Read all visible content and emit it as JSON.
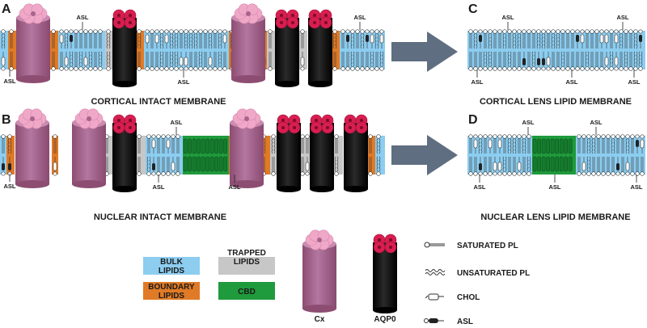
{
  "panels": {
    "A": {
      "letter": "A",
      "caption": "CORTICAL INTACT MEMBRANE"
    },
    "B": {
      "letter": "B",
      "caption": "NUCLEAR INTACT MEMBRANE"
    },
    "C": {
      "letter": "C",
      "caption": "CORTICAL LENS LIPID MEMBRANE"
    },
    "D": {
      "letter": "D",
      "caption": "NUCLEAR LENS LIPID MEMBRANE"
    }
  },
  "asl_label": "ASL",
  "legend": {
    "bulk": "BULK\nLIPIDS",
    "boundary": "BOUNDARY\nLIPIDS",
    "trapped": "TRAPPED\nLIPIDS",
    "cbd": "CBD",
    "cx": "Cx",
    "aqp0": "AQP0",
    "saturated_pl": "SATURATED PL",
    "unsaturated_pl": "UNSATURATED PL",
    "chol": "CHOL",
    "asl": "ASL"
  },
  "colors": {
    "bulk": "#8ccdf0",
    "boundary": "#e07a26",
    "trapped": "#c7c7c7",
    "cbd": "#1f9a3c",
    "cx_body": "#a8648a",
    "cx_top": "#f0a8c8",
    "aqp0_body": "#111111",
    "aqp0_top": "#d81e50",
    "arrow": "#5f6e80"
  }
}
